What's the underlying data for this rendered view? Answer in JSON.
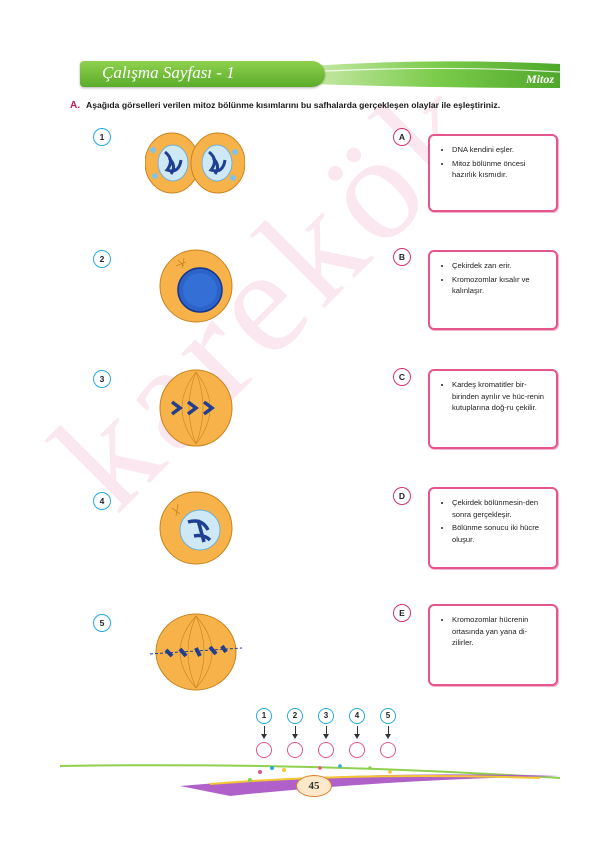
{
  "header": {
    "title": "Çalışma Sayfası - 1",
    "topic": "Mitoz"
  },
  "question": {
    "letter": "A.",
    "text": "Aşağıda görselleri verilen mitoz bölünme kısımlarını bu safhalarda gerçekleşen olaylar ile eşleştiriniz."
  },
  "images": [
    {
      "number": "1",
      "depicts": "telophase-cell-icon"
    },
    {
      "number": "2",
      "depicts": "interphase-cell-icon"
    },
    {
      "number": "3",
      "depicts": "anaphase-cell-icon"
    },
    {
      "number": "4",
      "depicts": "prophase-cell-icon"
    },
    {
      "number": "5",
      "depicts": "metaphase-cell-icon"
    }
  ],
  "options": [
    {
      "letter": "A",
      "items": [
        "DNA kendini eşler.",
        "Mitoz bölünme öncesi hazırlık kısmıdır."
      ]
    },
    {
      "letter": "B",
      "items": [
        "Çekirdek zarı erir.",
        "Kromozomlar kısalır ve kalınlaşır."
      ]
    },
    {
      "letter": "C",
      "items": [
        "Kardeş kromatitler bir-birinden ayrılır ve hüc-renin kutuplarına doğ-ru çekilir."
      ]
    },
    {
      "letter": "D",
      "items": [
        "Çekirdek bölünmesin-den sonra gerçekleşir.",
        "Bölünme sonucu iki hücre oluşur."
      ]
    },
    {
      "letter": "E",
      "items": [
        "Kromozomlar hücrenin ortasında yan yana di-zilirler."
      ]
    }
  ],
  "answers": {
    "numbers": [
      "1",
      "2",
      "3",
      "4",
      "5"
    ]
  },
  "watermark": "karekök",
  "footer": {
    "page_number": "45"
  },
  "colors": {
    "header_green": "#6abf3a",
    "number_badge": "#29a8e0",
    "option_border": "#e4558d",
    "cell_fill": "#f7b24a"
  }
}
